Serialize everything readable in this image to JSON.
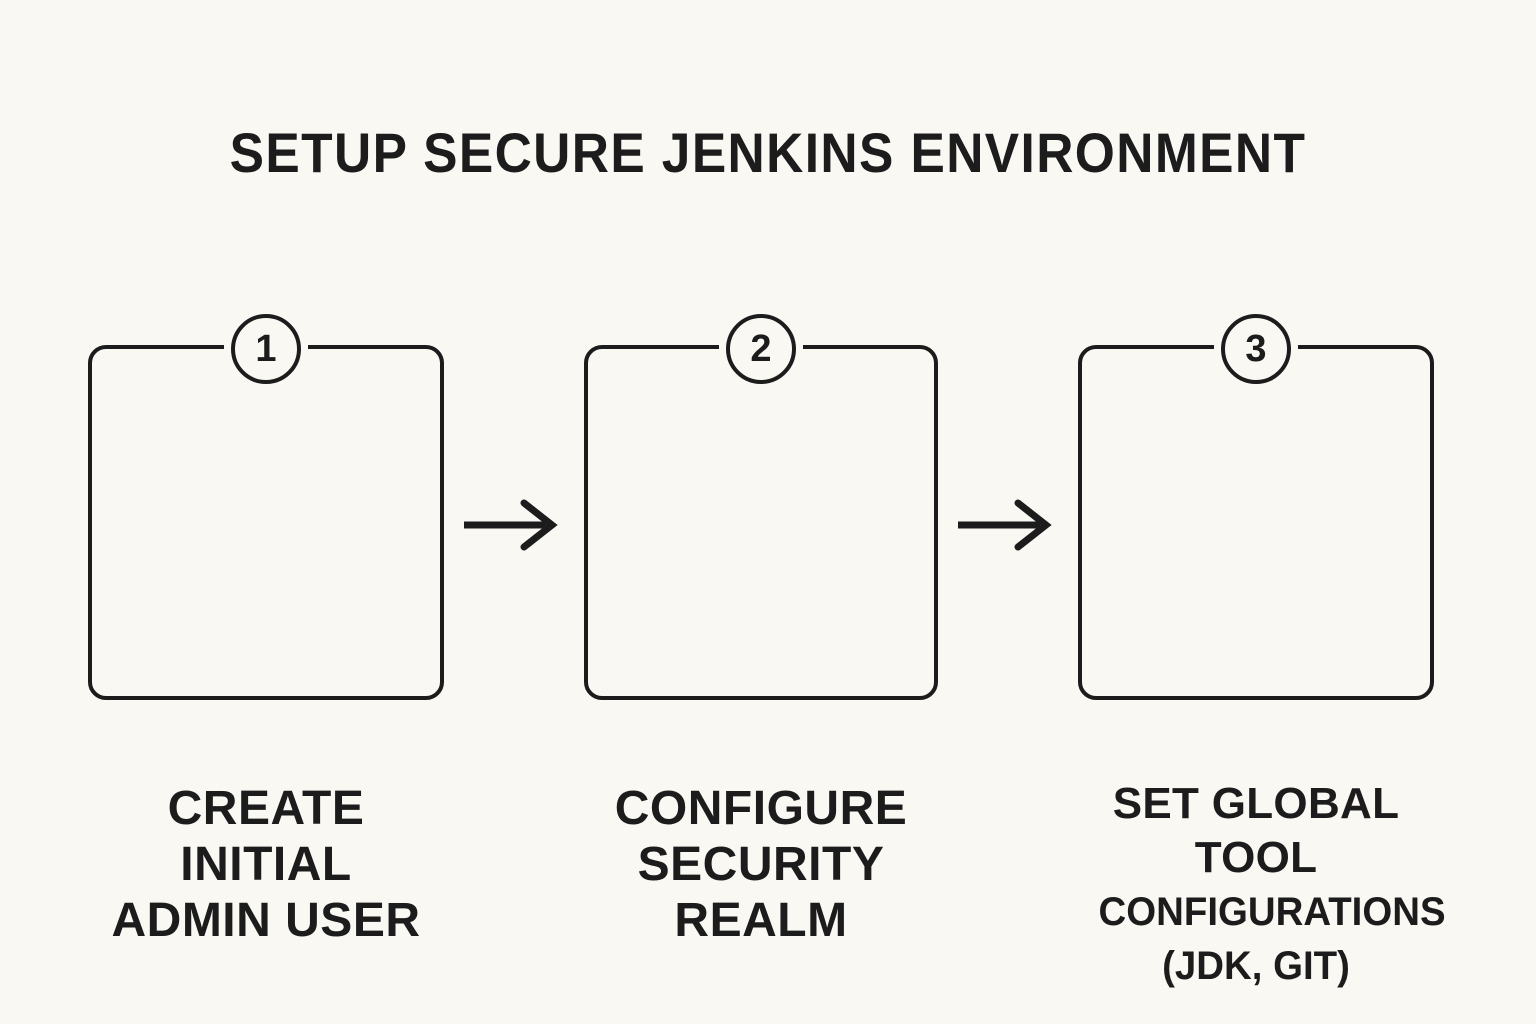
{
  "title": "SETUP SECURE JENKINS ENVIRONMENT",
  "colors": {
    "background": "#faf8f3",
    "stroke": "#1c1c1c",
    "text": "#1c1c1c"
  },
  "steps": [
    {
      "number": "1",
      "lines": [
        "CREATE",
        "INITIAL",
        "ADMIN USER"
      ],
      "text": "CREATE INITIAL ADMIN USER"
    },
    {
      "number": "2",
      "lines": [
        "CONFIGURE",
        "SECURITY",
        "REALM"
      ],
      "text": "CONFIGURE SECURITY REALM"
    },
    {
      "number": "3",
      "lines": [
        "SET GLOBAL",
        "TOOL",
        "CONFIGURATIONS",
        "(JDK, GIT)"
      ],
      "text": "SET GLOBAL TOOL CONFIGURATIONS (JDK, GIT)"
    }
  ],
  "connectors": [
    {
      "name": "arrow-right-icon",
      "from": "1",
      "to": "2"
    },
    {
      "name": "arrow-right-icon",
      "from": "2",
      "to": "3"
    }
  ]
}
